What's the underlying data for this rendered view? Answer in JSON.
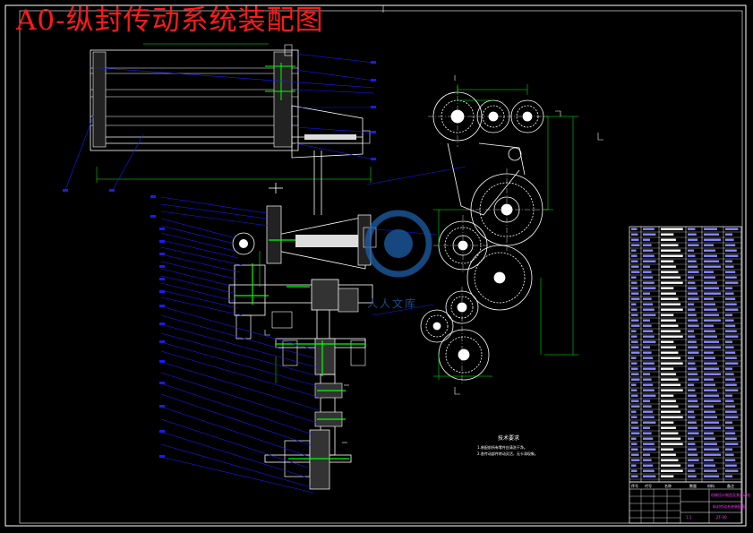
{
  "title": "A0-纵封传动系统装配图",
  "technical_notes": {
    "heading": "技术要求",
    "lines": [
      "1.装配前所有零件应清洗干净。",
      "2.各传动部件转动灵活，无卡滞现象。"
    ]
  },
  "title_block": {
    "header_cells": [
      "序号",
      "代号",
      "名称",
      "数量",
      "材料",
      "备注"
    ],
    "drawing_name": "纵封传动系统装配图",
    "school": "机械设计制造及其自动化",
    "scale": "1:1",
    "drawing_no": "ZF-00"
  },
  "watermark": "人人文库",
  "colors": {
    "background": "#000000",
    "title": "#ff1a1a",
    "lines": "#ffffff",
    "leaders": "#1a1aff",
    "dimensions": "#00ff00",
    "highlight": "#ff33ff",
    "watermark": "#1e5fa8"
  }
}
